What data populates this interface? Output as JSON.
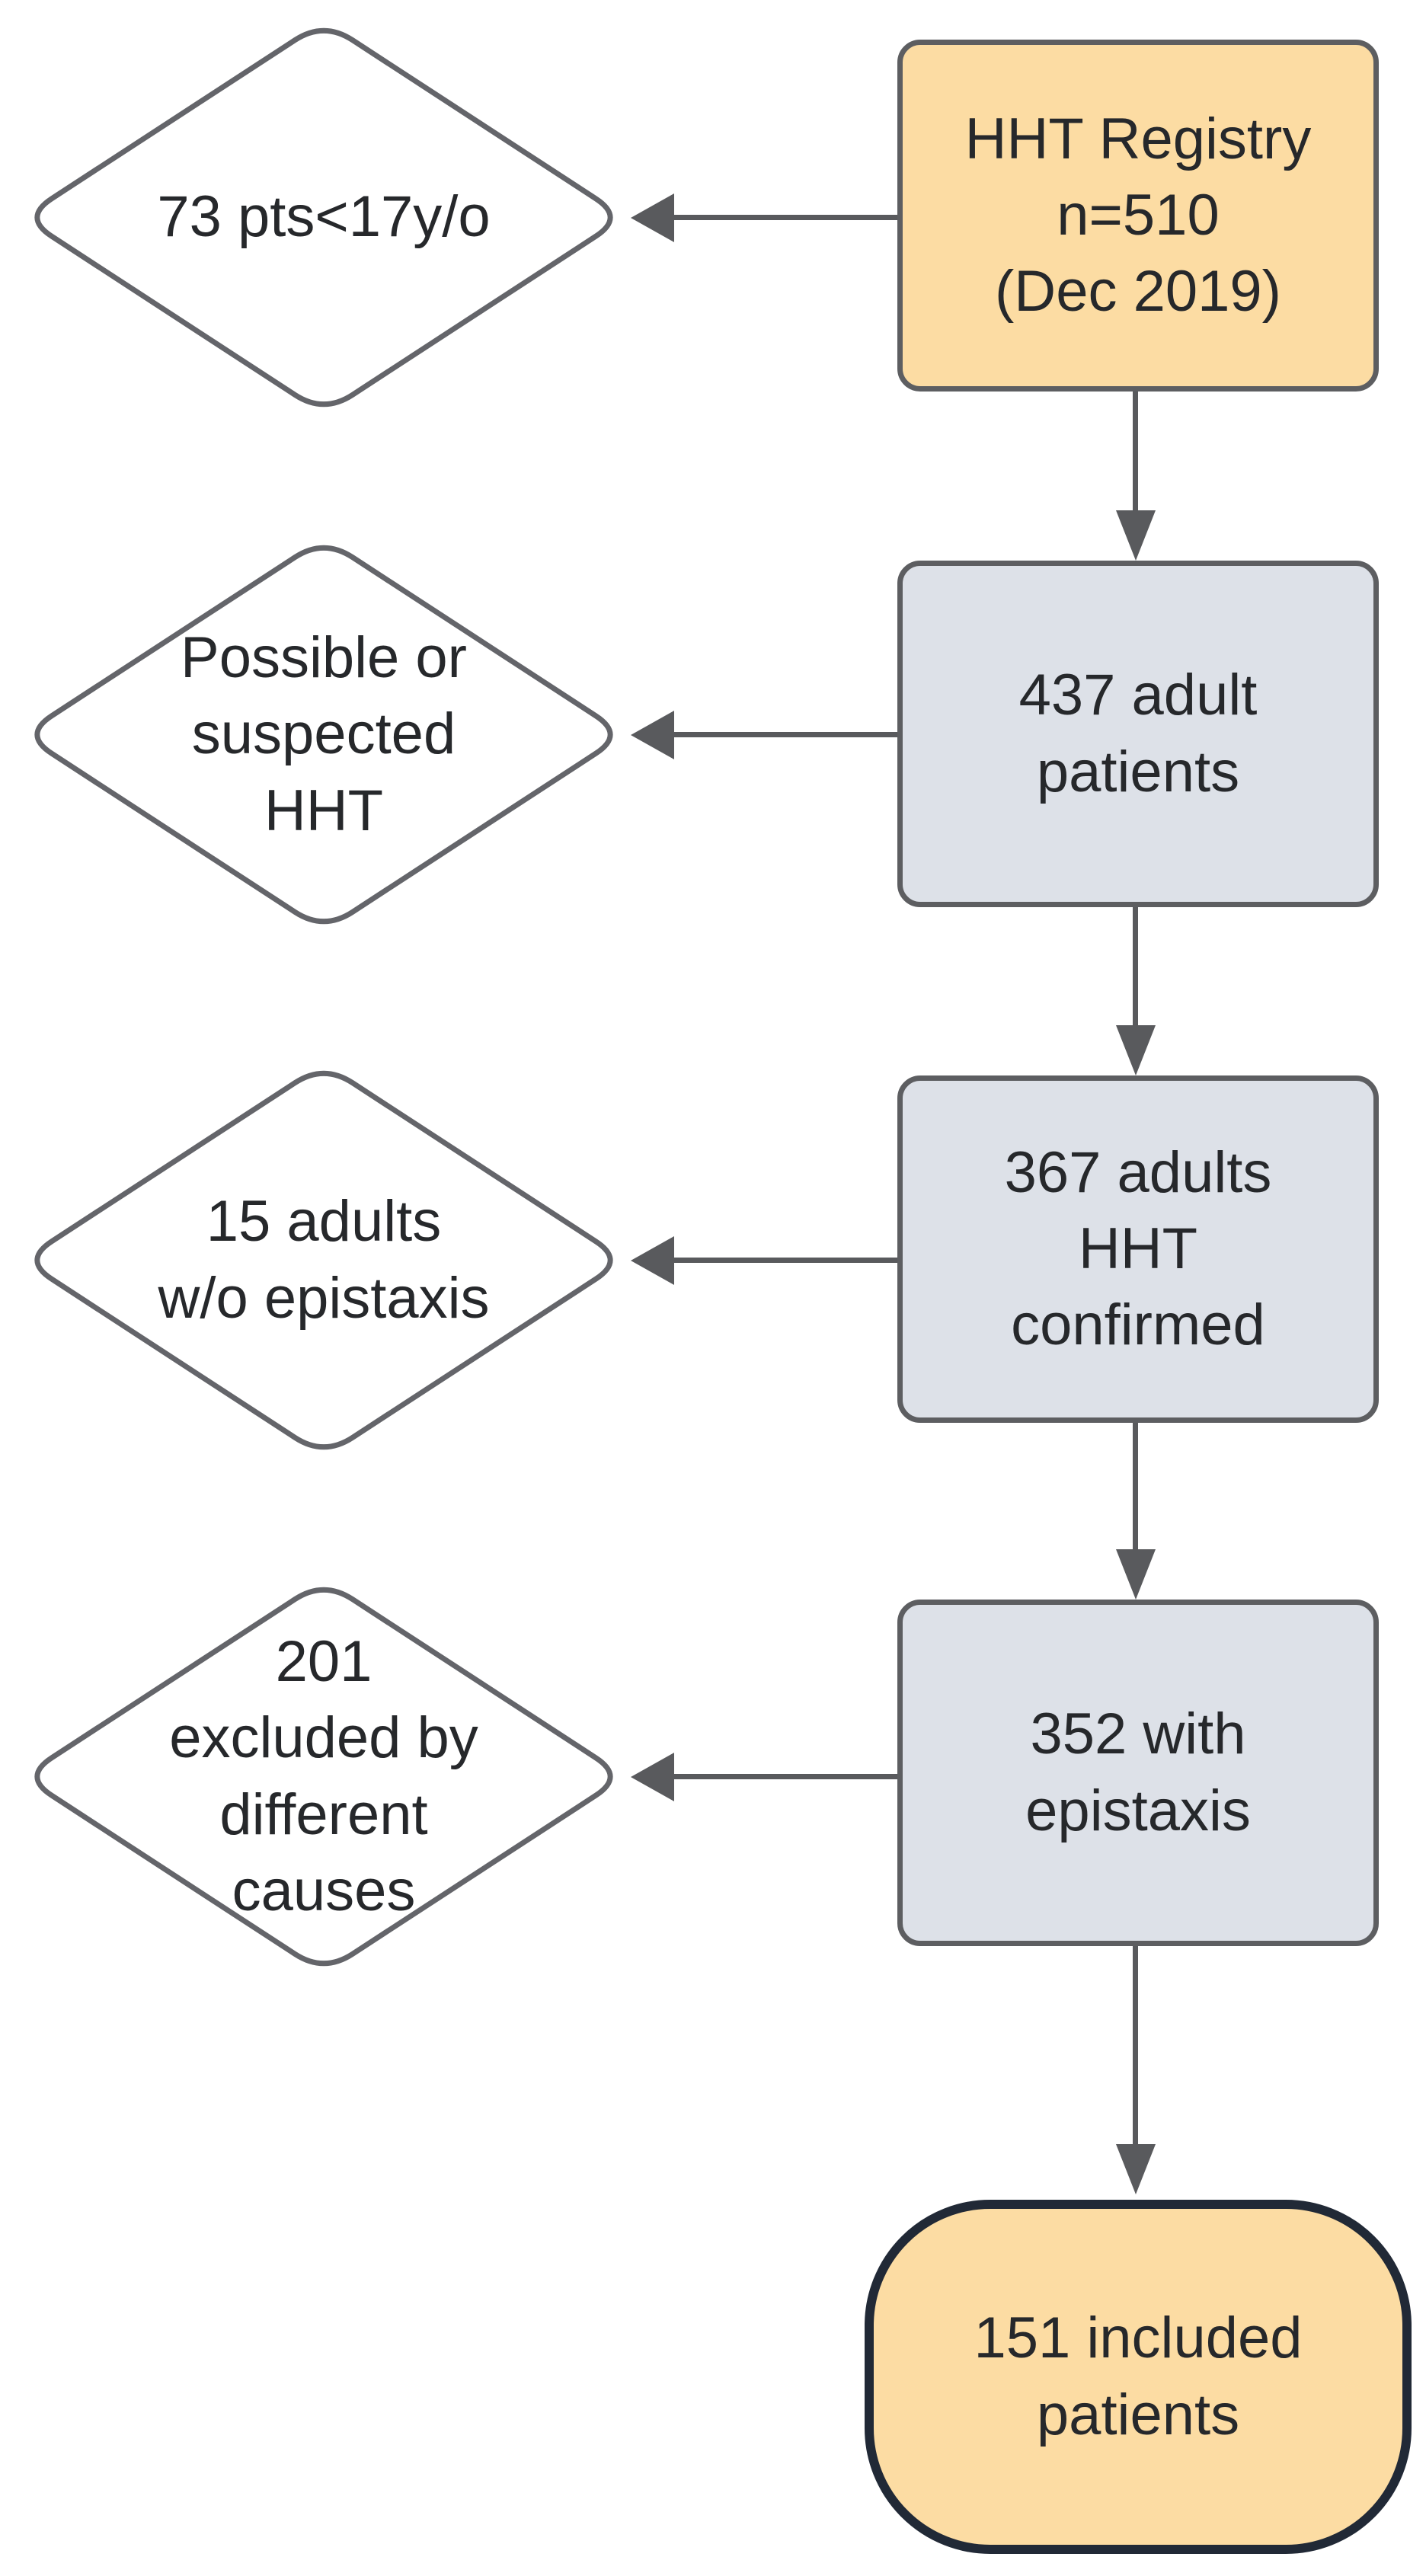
{
  "diagram_type": "patient-inclusion-flowchart",
  "colors": {
    "start_end_fill": "#FCDCA3",
    "process_fill": "#DDE1E8",
    "decision_fill": "#FFFFFF",
    "process_border": "#5D5E61",
    "terminal_border": "#212936",
    "arrow": "#595A5D",
    "text": "#26282B",
    "background": "#FFFFFF"
  },
  "nodes": {
    "registry": {
      "label": "HHT Registry\nn=510\n(Dec 2019)",
      "shape": "rounded-rect",
      "fill": "#FCDCA3"
    },
    "excluded_under_17": {
      "label": "73 pts<17y/o",
      "shape": "diamond",
      "fill": "#FFFFFF"
    },
    "adult_patients": {
      "label": "437 adult\npatients",
      "shape": "rounded-rect",
      "fill": "#DDE1E8"
    },
    "possible_suspected_hht": {
      "label": "Possible or\nsuspected\nHHT",
      "shape": "diamond",
      "fill": "#FFFFFF"
    },
    "hht_confirmed": {
      "label": "367 adults\nHHT\nconfirmed",
      "shape": "rounded-rect",
      "fill": "#DDE1E8"
    },
    "no_epistaxis": {
      "label": "15 adults\nw/o epistaxis",
      "shape": "diamond",
      "fill": "#FFFFFF"
    },
    "with_epistaxis": {
      "label": "352 with\nepistaxis",
      "shape": "rounded-rect",
      "fill": "#DDE1E8"
    },
    "excluded_other_causes": {
      "label": "201\nexcluded by\ndifferent\ncauses",
      "shape": "diamond",
      "fill": "#FFFFFF"
    },
    "included_patients": {
      "label": "151 included\npatients",
      "shape": "terminator",
      "fill": "#FCDCA3"
    }
  },
  "edges": [
    {
      "from": "registry",
      "to": "excluded_under_17"
    },
    {
      "from": "registry",
      "to": "adult_patients"
    },
    {
      "from": "adult_patients",
      "to": "possible_suspected_hht"
    },
    {
      "from": "adult_patients",
      "to": "hht_confirmed"
    },
    {
      "from": "hht_confirmed",
      "to": "no_epistaxis"
    },
    {
      "from": "hht_confirmed",
      "to": "with_epistaxis"
    },
    {
      "from": "with_epistaxis",
      "to": "excluded_other_causes"
    },
    {
      "from": "with_epistaxis",
      "to": "included_patients"
    }
  ]
}
